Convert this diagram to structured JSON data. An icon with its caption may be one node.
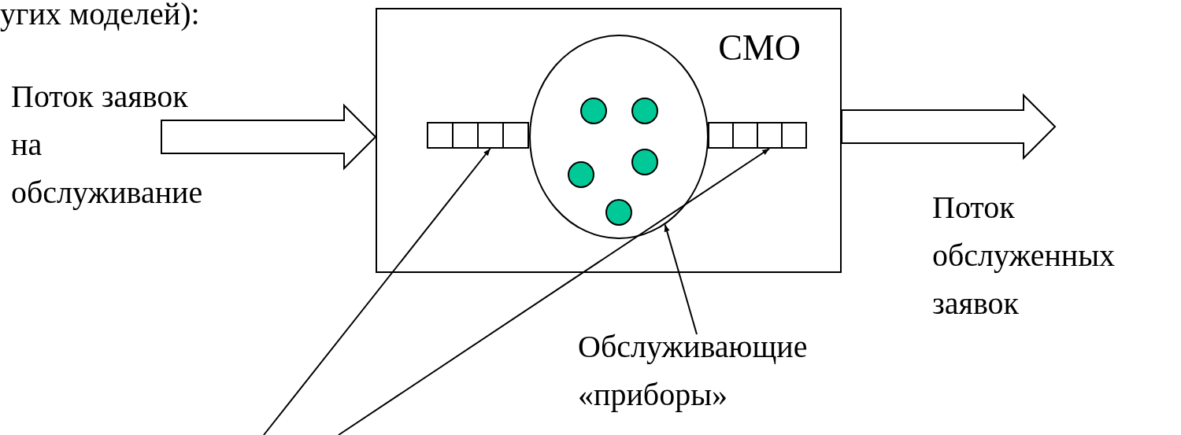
{
  "diagram": {
    "nodes": [
      {
        "text": [
          "Поток заявок на обслуживание"
        ]
      },
      {
        "text": [
          "СМО"
        ]
      },
      {
        "text": [],
        "shape": "box",
        "in": 1
      },
      {
        "text": [],
        "shape": "circle",
        "in": 1
      },
      {
        "text": [],
        "shape": "box",
        "in": 1
      },
      {
        "text": [
          "Поток обслуженных заявок"
        ]
      },
      {
        "text": [
          "Обслуживающие «приборы»"
        ]
      }
    ],
    "edges": [
      {
        "from": 0,
        "to": 1,
        "arrow": "to",
        "style": "thick"
      },
      {
        "from": 1,
        "to": 5,
        "arrow": "to",
        "style": "thick"
      },
      {
        "from": null,
        "to": 2,
        "arrow": "to"
      },
      {
        "from": null,
        "to": 4,
        "arrow": "to"
      },
      {
        "from": 6,
        "to": 3,
        "arrow": "to"
      }
    ],
    "labels": [
      "угих моделей):"
    ]
  }
}
